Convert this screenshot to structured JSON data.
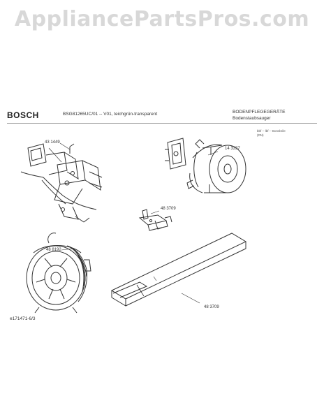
{
  "watermark": "AppliancePartsPros.com",
  "header": {
    "brand": "BOSCH",
    "model": "BSG81265UC/01 -- V01, teichgrün-transparent",
    "category_line1": "BODENPFLEGEGERÄTE",
    "category_line2": "Bodenstaubsauger",
    "note_line1": "bbf -- lbf -- Bonsbrile",
    "note_line2": "(DN)"
  },
  "parts": [
    {
      "number": "43 1449",
      "item": "switch bracket assembly"
    },
    {
      "number": "14 3337",
      "item": "motor"
    },
    {
      "number": "48 3709",
      "item": "clip"
    },
    {
      "number": "48 8192",
      "item": "cord reel"
    },
    {
      "number": "48 3709",
      "item": "flat nozzle"
    }
  ],
  "footer": {
    "doc_id": "e171471-6/3"
  }
}
